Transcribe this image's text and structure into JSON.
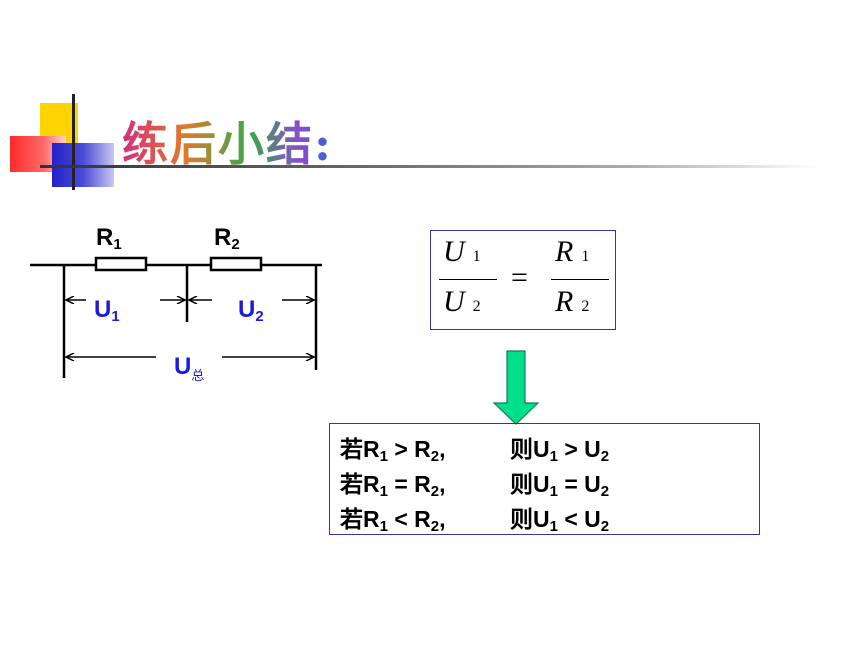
{
  "slide": {
    "title": "练后小结:"
  },
  "circuit": {
    "r1": {
      "letter": "R",
      "sub": "1"
    },
    "r2": {
      "letter": "R",
      "sub": "2"
    },
    "u1": {
      "letter": "U",
      "sub": "1"
    },
    "u2": {
      "letter": "U",
      "sub": "2"
    },
    "utotal": {
      "letter": "U",
      "sub": "总"
    }
  },
  "formula": {
    "left_num": {
      "var": "U",
      "sub": "1"
    },
    "left_den": {
      "var": "U",
      "sub": "2"
    },
    "equals": "=",
    "right_num": {
      "var": "R",
      "sub": "1"
    },
    "right_den": {
      "var": "R",
      "sub": "2"
    }
  },
  "rules": [
    {
      "cond_pre": "若R",
      "cond_sub1": "1",
      "cond_op": " > R",
      "cond_sub2": "2",
      "cond_post": ",",
      "res_pre": "则U",
      "res_sub1": "1",
      "res_op": " > U",
      "res_sub2": "2"
    },
    {
      "cond_pre": "若R",
      "cond_sub1": "1",
      "cond_op": " = R",
      "cond_sub2": "2",
      "cond_post": ",",
      "res_pre": "则U",
      "res_sub1": "1",
      "res_op": " = U",
      "res_sub2": "2"
    },
    {
      "cond_pre": "若R",
      "cond_sub1": "1",
      "cond_op": " < R",
      "cond_sub2": "2",
      "cond_post": ",",
      "res_pre": "则U",
      "res_sub1": "1",
      "res_op": " < U",
      "res_sub2": "2"
    }
  ],
  "colors": {
    "label_blue": "#1a1ae0",
    "arrow_fill": "#00e08a",
    "box_border": "#3333aa"
  }
}
